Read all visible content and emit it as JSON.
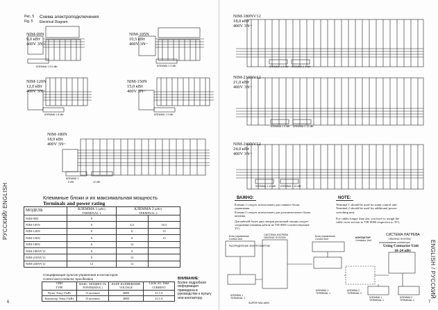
{
  "figure": {
    "number_ru": "Рис. 5",
    "number_en": "Fig. 5",
    "title_ru": "Схема электроподключения",
    "title_en": "Electrical Diagram"
  },
  "models": {
    "nim90n": {
      "name": "NIM-90N",
      "power": "9,0 кВт",
      "voltage": "400V 3N~",
      "caption_label": "КЛЕММА 1",
      "caption_power": "9,0 кВт"
    },
    "nim105n": {
      "name": "NIM-105N",
      "power": "10,5 кВт",
      "voltage": "400V 3N~",
      "caption_label": "КЛЕММА 1",
      "caption_power": "9 кВт"
    },
    "nim120n": {
      "name": "NIM-120N",
      "power": "12,0 кВт",
      "voltage": "400V 3N~",
      "caption_label": "КЛЕММА 1",
      "caption_power": "6 кВт"
    },
    "nim150n": {
      "name": "NIM-150N",
      "power": "15,0 кВт",
      "voltage": "400V 3N~",
      "caption_label": "КЛЕММА 1",
      "caption_power": "9 кВт"
    },
    "nim180n": {
      "name": "NIM-180N",
      "power": "18,0 кВт",
      "voltage": "400V 3N~",
      "caption_label": "КЛЕММА 1",
      "caption_power": "6 кВт",
      "caption_power2": "12 кВт"
    },
    "nim180nv12": {
      "name": "NIM-180NV12",
      "power": "18,0 кВт",
      "voltage": "400V 3N~",
      "caption_label": "КЛЕММА 1",
      "caption_power": "9 кВт",
      "caption_label2": "КЛЕММА 2",
      "caption_power2": "9 кВт"
    },
    "nim210nv12": {
      "name": "NIM-210NV12",
      "power": "21,0 кВт",
      "voltage": "400V 3N~",
      "caption_label": "КЛЕММА 1",
      "caption_power": "9 кВт",
      "caption_label2": "КЛЕММА 2",
      "caption_power2": "12 кВт"
    },
    "nim240nv12": {
      "name": "NIM-240NV12",
      "power": "24,0 кВт",
      "voltage": "400V 3N~",
      "caption_label": "КЛЕММА 1",
      "caption_power": "12 кВт",
      "caption_label2": "КЛЕММА 2",
      "caption_power2": "12 кВт"
    }
  },
  "terminals": {
    "title_ru": "Клеммные блоки и их максимальная мощность",
    "title_en": "Terminals and power rating",
    "headers": {
      "model": "МОДЕЛЬ",
      "k1": "КЛЕММА 1",
      "k1_en": "TERMINAL 1",
      "k1_unit": "(кВт)",
      "k2": "КЛЕММА 2",
      "k2_en": "TERMINAL 2",
      "k2_unit": "(кВт)"
    },
    "rows": [
      {
        "model": "NIM-90N",
        "k1": "9",
        "k2": "",
        "k2b": ""
      },
      {
        "model": "NIM-105N",
        "k1": "9",
        "k2": "4,5",
        "k2b": "10,5"
      },
      {
        "model": "NIM-120N",
        "k1": "6",
        "k2": "6",
        "k2b": "12"
      },
      {
        "model": "NIM-150N",
        "k1": "9",
        "k2": "6",
        "k2b": "15"
      },
      {
        "model": "NIM-180N",
        "k1": "6",
        "k2": "12",
        "k2b": ""
      },
      {
        "model": "NIM-180NV12",
        "k1": "9",
        "k2": "9",
        "k2b": ""
      },
      {
        "model": "NIM-210NV12",
        "k1": "9",
        "k2": "12",
        "k2b": ""
      },
      {
        "model": "NIM-240NV12",
        "k1": "12",
        "k2": "12",
        "k2b": ""
      }
    ]
  },
  "controls": {
    "title_ru": "Спецификация пультов управления и контакторов",
    "title_en": "Control and Contactor Specification",
    "headers": {
      "type": "ТИП",
      "type_en": "TYPE",
      "power": "МАКС. МОЩНОСТЬ",
      "power_en": "POWER(MAX.)",
      "voltage": "НАПР. НАПРЯЖЕНИЕ",
      "voltage_en": "VOLTAGE",
      "current": "Сила Эл. Тока",
      "current_en": "CURRENT"
    },
    "rows": [
      {
        "type": "Пульт Этюд-15кВт",
        "power": "15 киловатт",
        "voltage": "400В",
        "current": "21,5 A"
      },
      {
        "type": "Контактор Этюд-15кВт",
        "power": "15 киловатт",
        "voltage": "400В",
        "current": "21,5 A"
      }
    ]
  },
  "attention": {
    "title": "ВНИМАНИЕ:",
    "text": [
      "Более подробная",
      "информация",
      "приведена в",
      "руководстве к пульту",
      "или контактору."
    ]
  },
  "warning_ru": {
    "title": "ВАЖНО:",
    "lines": [
      "Клемма 1 следует использовать для главного блока",
      "управления.",
      "Клемма 2 следует использовать для дополнительного блока",
      "питания.",
      "Для кабелей более двух метров различной секции следует",
      "соединение (начиная кабеля не VIE 8000 соответствующее",
      "3V)."
    ]
  },
  "note_en": {
    "title": "NOTE:",
    "lines": [
      "Terminal 1 should be used for main control unit.",
      "Terminal 2 should be used for additional power-",
      "switching unit.",
      "For cables longer than 2m, you have to assign the",
      "cable cross section to VIE 8000 respective to 3V)."
    ]
  },
  "wiring": {
    "left_title": "Блок управления",
    "left_title_en": "Control Unit",
    "heat_title": "СИСТЕМА НАГРЕВА",
    "heat_title_en": "HEATING SYSTEM",
    "contactor_title": "КОНТАКТОР",
    "contactor_title_en": "Contactor Unit",
    "right_title": "СИСТЕМА НАГРЕВА",
    "right_title_en": "HEATING SYSTEM",
    "right_sub": "использование контактора",
    "right_using": "Using Contactor Unit",
    "right_range": "18-24 кВт",
    "dist": "РАСПРЕДЕЛЕНИЕ ЭЛЕКТРОЭНЕРГИИ",
    "klemma1": "КЛЕММА 1",
    "klemma1_en": "TERMINAL 1",
    "klemma2": "КЛЕММА 2",
    "klemma2_en": "TERMINAL 2",
    "super": "SUPER NIM-180N"
  },
  "side_labels": {
    "left": "РУССКИЙ/ ENGLISH",
    "right": "ENGLISH / РУССКИЙ"
  },
  "page_numbers": {
    "left": "6",
    "right": "7"
  }
}
